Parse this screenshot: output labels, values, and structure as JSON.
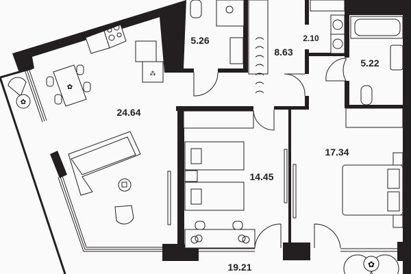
{
  "plan": {
    "colors": {
      "wall": "#231f20",
      "background": "#fafafa"
    },
    "rooms": [
      {
        "id": "living-kitchen",
        "area": "24.64"
      },
      {
        "id": "toilet",
        "area": "5.26"
      },
      {
        "id": "wardrobe",
        "area": "8.63"
      },
      {
        "id": "laundry",
        "area": "2.10"
      },
      {
        "id": "bathroom",
        "area": "5.22"
      },
      {
        "id": "kids-bedroom",
        "area": "14.45"
      },
      {
        "id": "master-bedroom",
        "area": "17.34"
      },
      {
        "id": "balcony",
        "area": "19.21"
      }
    ]
  }
}
